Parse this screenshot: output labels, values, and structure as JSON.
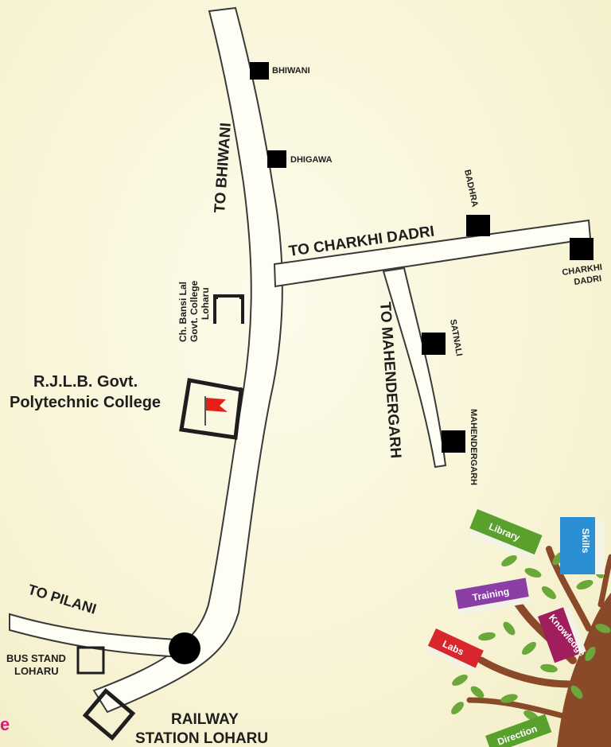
{
  "roads": {
    "to_bhiwani": "TO BHIWANI",
    "to_charkhi_dadri": "TO CHARKHI DADRI",
    "to_mahendergarh": "TO MAHENDERGARH",
    "to_pilani": "TO PILANI"
  },
  "places": {
    "bhiwani": "BHIWANI",
    "dhigawa": "DHIGAWA",
    "badhra": "BADHRA",
    "charkhi_dadri_line1": "CHARKHI",
    "charkhi_dadri_line2": "DADRI",
    "satnali": "SATNALI",
    "mahendergarh": "MAHENDERGARH",
    "bus_stand_line1": "BUS STAND",
    "bus_stand_line2": "LOHARU",
    "railway_line1": "RAILWAY",
    "railway_line2": "STATION LOHARU",
    "govt_college_line1": "Ch. Bansi Lal",
    "govt_college_line2": "Govt. College",
    "govt_college_line3": "Loharu",
    "polytechnic_line1": "R.J.L.B. Govt.",
    "polytechnic_line2": "Polytechnic College"
  },
  "edge_fragment": "e",
  "tree_books": {
    "library": "Library",
    "skills": "Skills",
    "training": "Training",
    "knowledge": "Knowledge",
    "labs": "Labs",
    "direction": "Direction"
  },
  "colors": {
    "background": "#f8f4d6",
    "road_fill": "#fffef4",
    "marker": "#000000",
    "flag": "#e32119",
    "edge_fragment": "#e0157d",
    "tree_trunk": "#8a4a2a",
    "leaf": "#6aa83a"
  }
}
